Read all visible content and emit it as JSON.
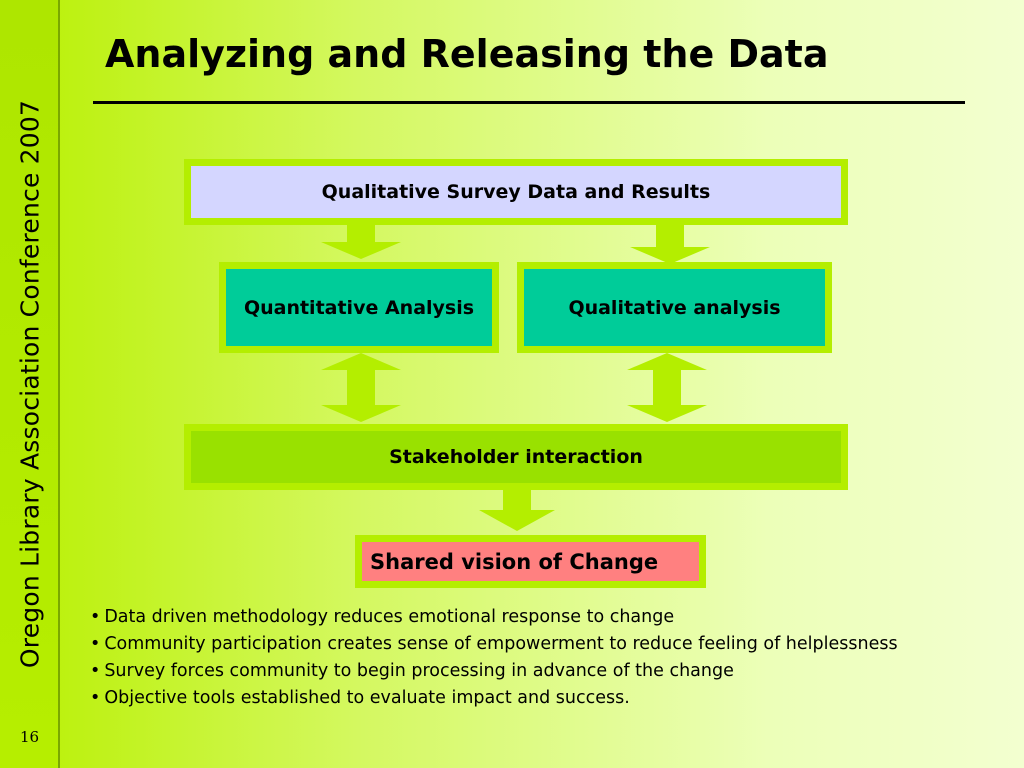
{
  "sidebar": {
    "conference_label": "Oregon Library Association Conference 2007",
    "page_number": "16"
  },
  "slide": {
    "title": "Analyzing and Releasing the Data"
  },
  "diagram": {
    "nodes": {
      "survey": "Qualitative Survey Data and Results",
      "quantitative": "Quantitative Analysis",
      "qualitative": "Qualitative analysis",
      "stakeholder": "Stakeholder interaction",
      "vision": "Shared vision of Change"
    },
    "edges": [
      {
        "from": "survey",
        "to": "quantitative",
        "direction": "down"
      },
      {
        "from": "survey",
        "to": "qualitative",
        "direction": "down"
      },
      {
        "from": "quantitative",
        "to": "stakeholder",
        "direction": "both"
      },
      {
        "from": "qualitative",
        "to": "stakeholder",
        "direction": "both"
      },
      {
        "from": "stakeholder",
        "to": "vision",
        "direction": "down"
      }
    ],
    "colors": {
      "survey_fill": "#d4d6ff",
      "analysis_fill": "#00cc99",
      "stakeholder_fill": "#99e100",
      "vision_fill": "#ff8080",
      "border": "#b4ee00",
      "arrow": "#b4ee00"
    }
  },
  "bullets": {
    "marker": "•",
    "items": [
      "Data driven methodology reduces emotional response to change",
      "Community participation creates sense of empowerment to reduce feeling of helplessness",
      "Survey forces community to begin processing in advance of the change",
      "Objective tools established to evaluate impact and success."
    ]
  }
}
